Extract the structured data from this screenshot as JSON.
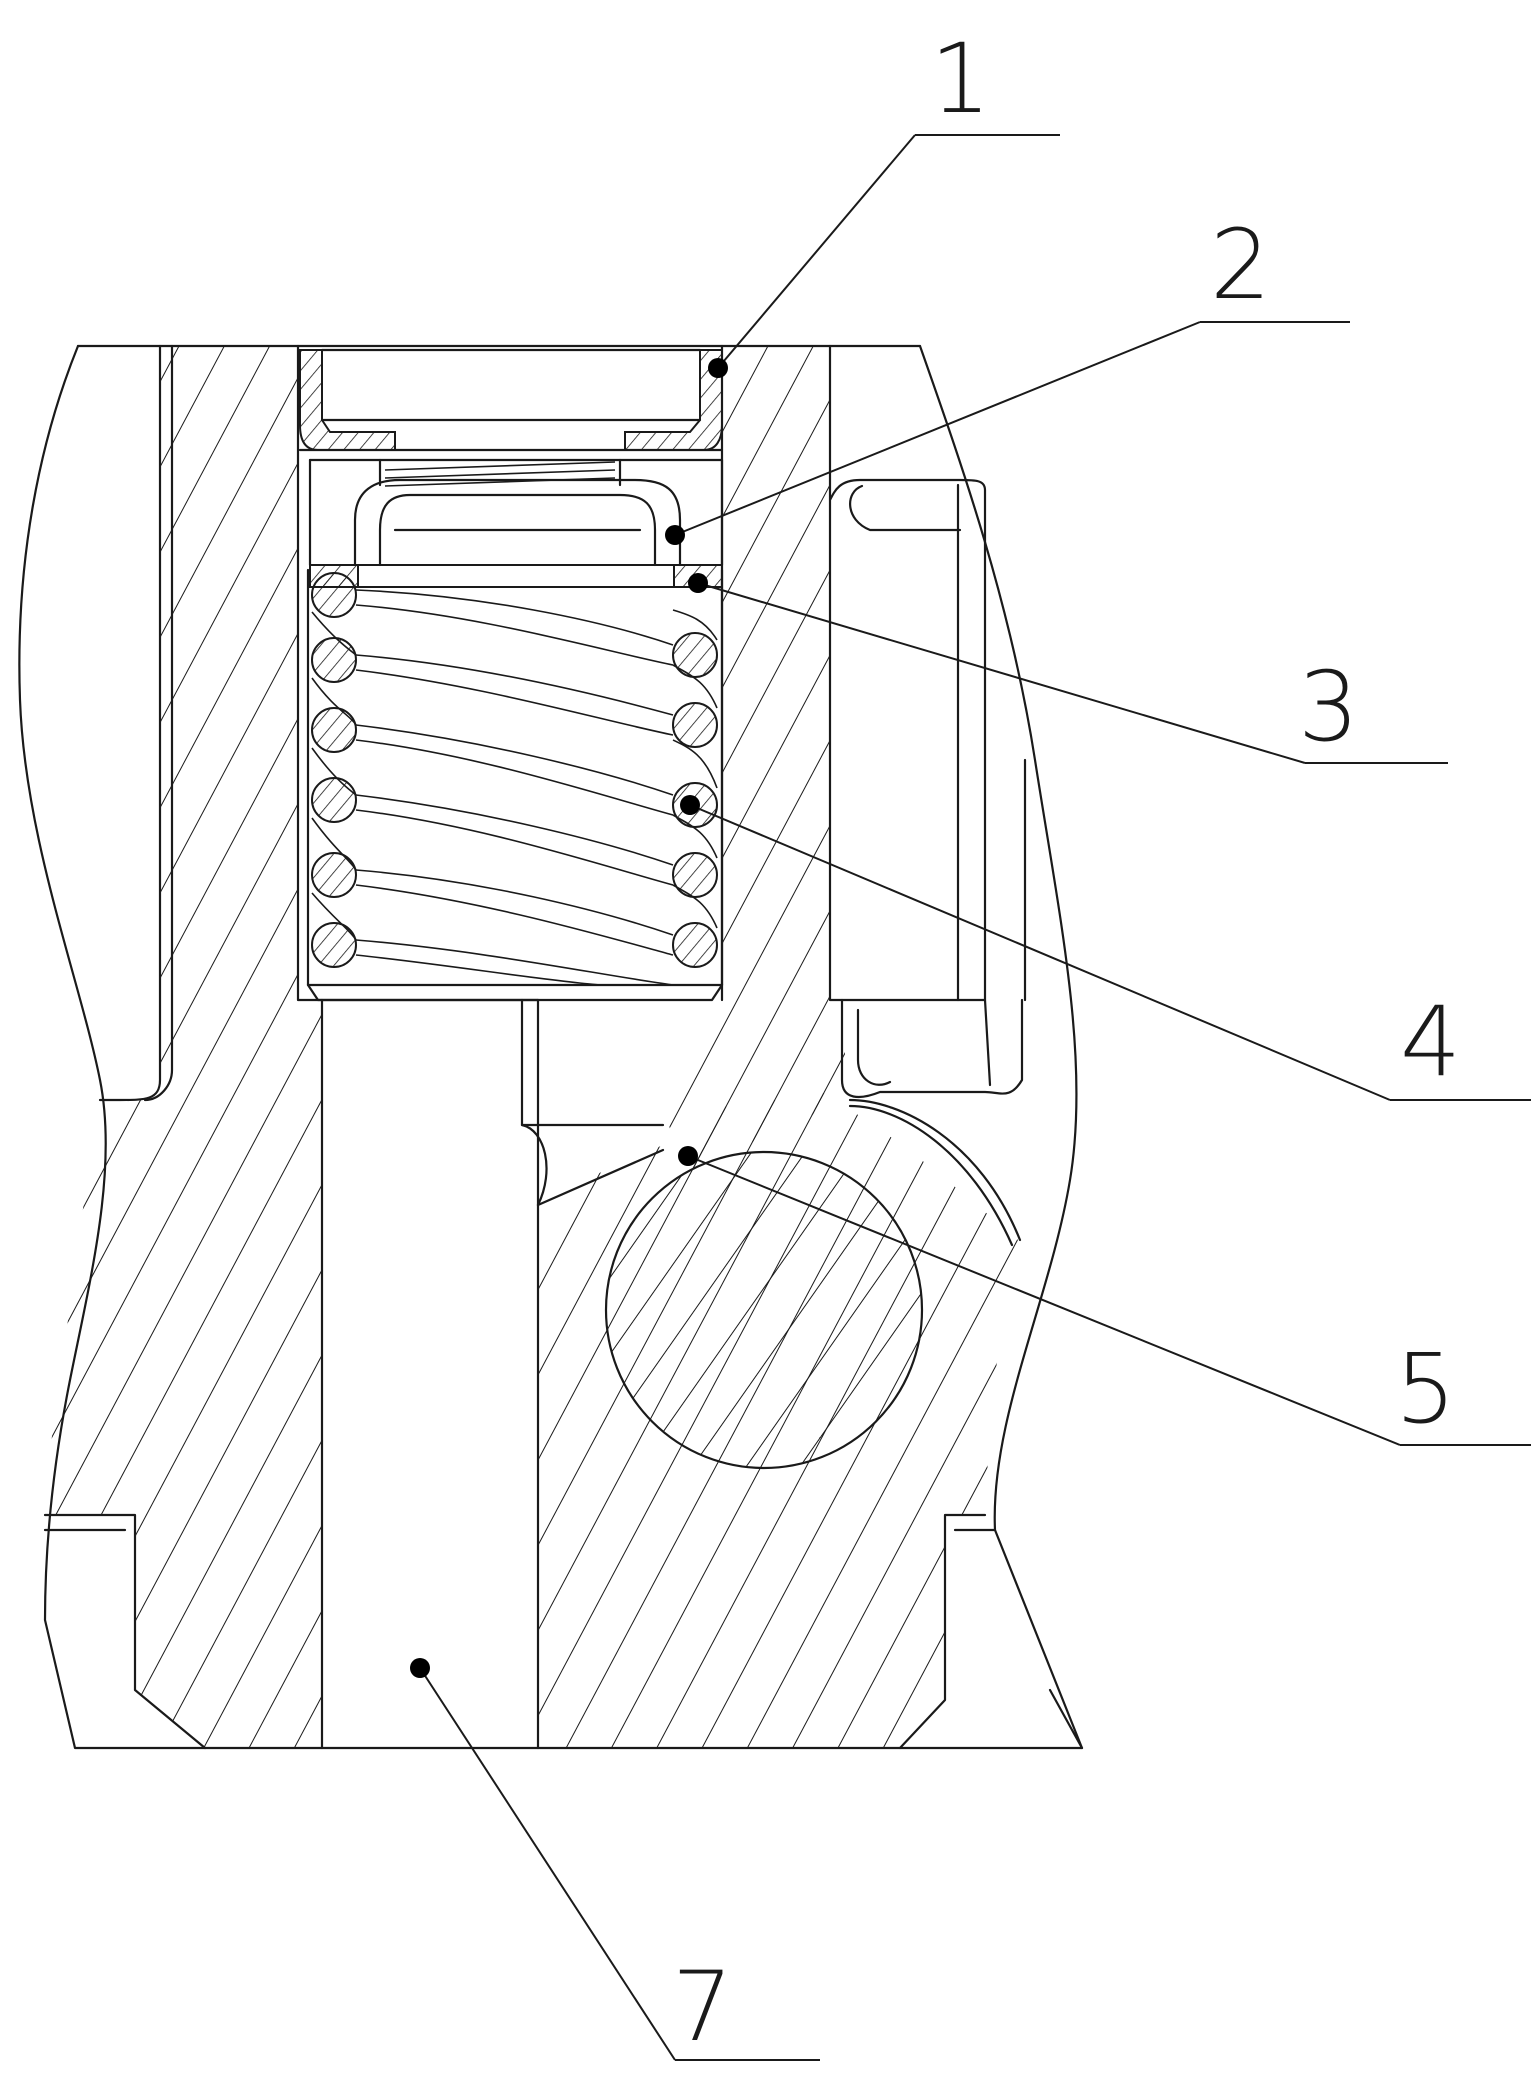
{
  "drawing": {
    "line_color": "#1a1a1a",
    "background": "#ffffff",
    "callouts": [
      {
        "id": "callout-1",
        "label": "1"
      },
      {
        "id": "callout-2",
        "label": "2"
      },
      {
        "id": "callout-3",
        "label": "3"
      },
      {
        "id": "callout-4",
        "label": "4"
      },
      {
        "id": "callout-5",
        "label": "5"
      },
      {
        "id": "callout-7",
        "label": "7"
      }
    ]
  }
}
